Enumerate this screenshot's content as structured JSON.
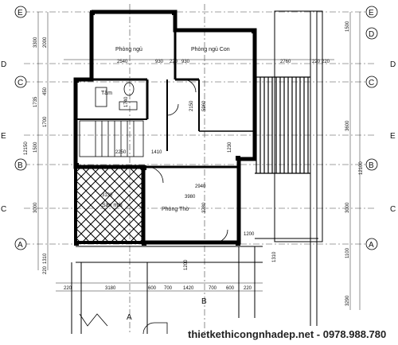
{
  "rooms": {
    "phong_ngu": "Phòng ngủ",
    "phong_ngu_con": "Phòng ngủ Con",
    "tam": "Tắm",
    "san_mai": "Sân mái",
    "phong_tho": "Phòng Thờ"
  },
  "axes": {
    "E": "E",
    "D": "D",
    "C": "C",
    "B": "B",
    "A": "A"
  },
  "dims_top": [
    "2540",
    "930",
    "220",
    "930",
    "2760",
    "220",
    "220"
  ],
  "dims_left": [
    "3300",
    "2000",
    "1735",
    "450",
    "1700",
    "1500",
    "3000",
    "1310",
    "220"
  ],
  "dims_right": [
    "1500",
    "3600",
    "3000",
    "1100",
    "3290"
  ],
  "dims_bottom": [
    "220",
    "3180",
    "600",
    "700",
    "1420",
    "700",
    "600",
    "220"
  ],
  "dims_inner": [
    "2250",
    "3130",
    "2940",
    "1410",
    "3980",
    "5960",
    "2150",
    "1230",
    "1200",
    "1200",
    "1310",
    "3780",
    "12150",
    "12100",
    "1740"
  ],
  "watermark": "thietkethicongnhadep.net - 0978.988.780"
}
